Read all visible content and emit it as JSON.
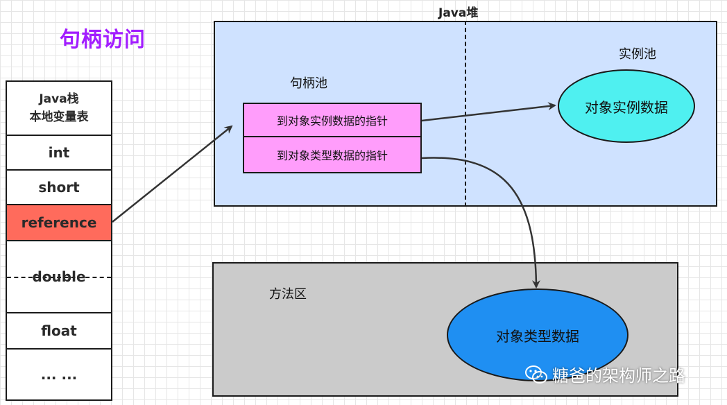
{
  "title": "句柄访问",
  "heap": {
    "label": "Java堆",
    "handle_pool_label": "句柄池",
    "instance_pool_label": "实例池",
    "pointer_to_instance": "到对象实例数据的指针",
    "pointer_to_type": "到对象类型数据的指针",
    "instance_data": "对象实例数据"
  },
  "method_area": {
    "label": "方法区",
    "type_data": "对象类型数据"
  },
  "stack": {
    "header_line1": "Java栈",
    "header_line2": "本地变量表",
    "cells": [
      "int",
      "short",
      "reference",
      "double",
      "float",
      "... ..."
    ]
  },
  "watermark": "糖爸的架构师之路",
  "colors": {
    "title": "#a21dff",
    "heap_bg": "#cfe2ff",
    "pointer_bg": "#ff9dfb",
    "instance_ellipse": "#4ff0f0",
    "method_bg": "#cbcbcb",
    "type_ellipse": "#1f8ff2",
    "reference_cell": "#ff6b5c"
  }
}
